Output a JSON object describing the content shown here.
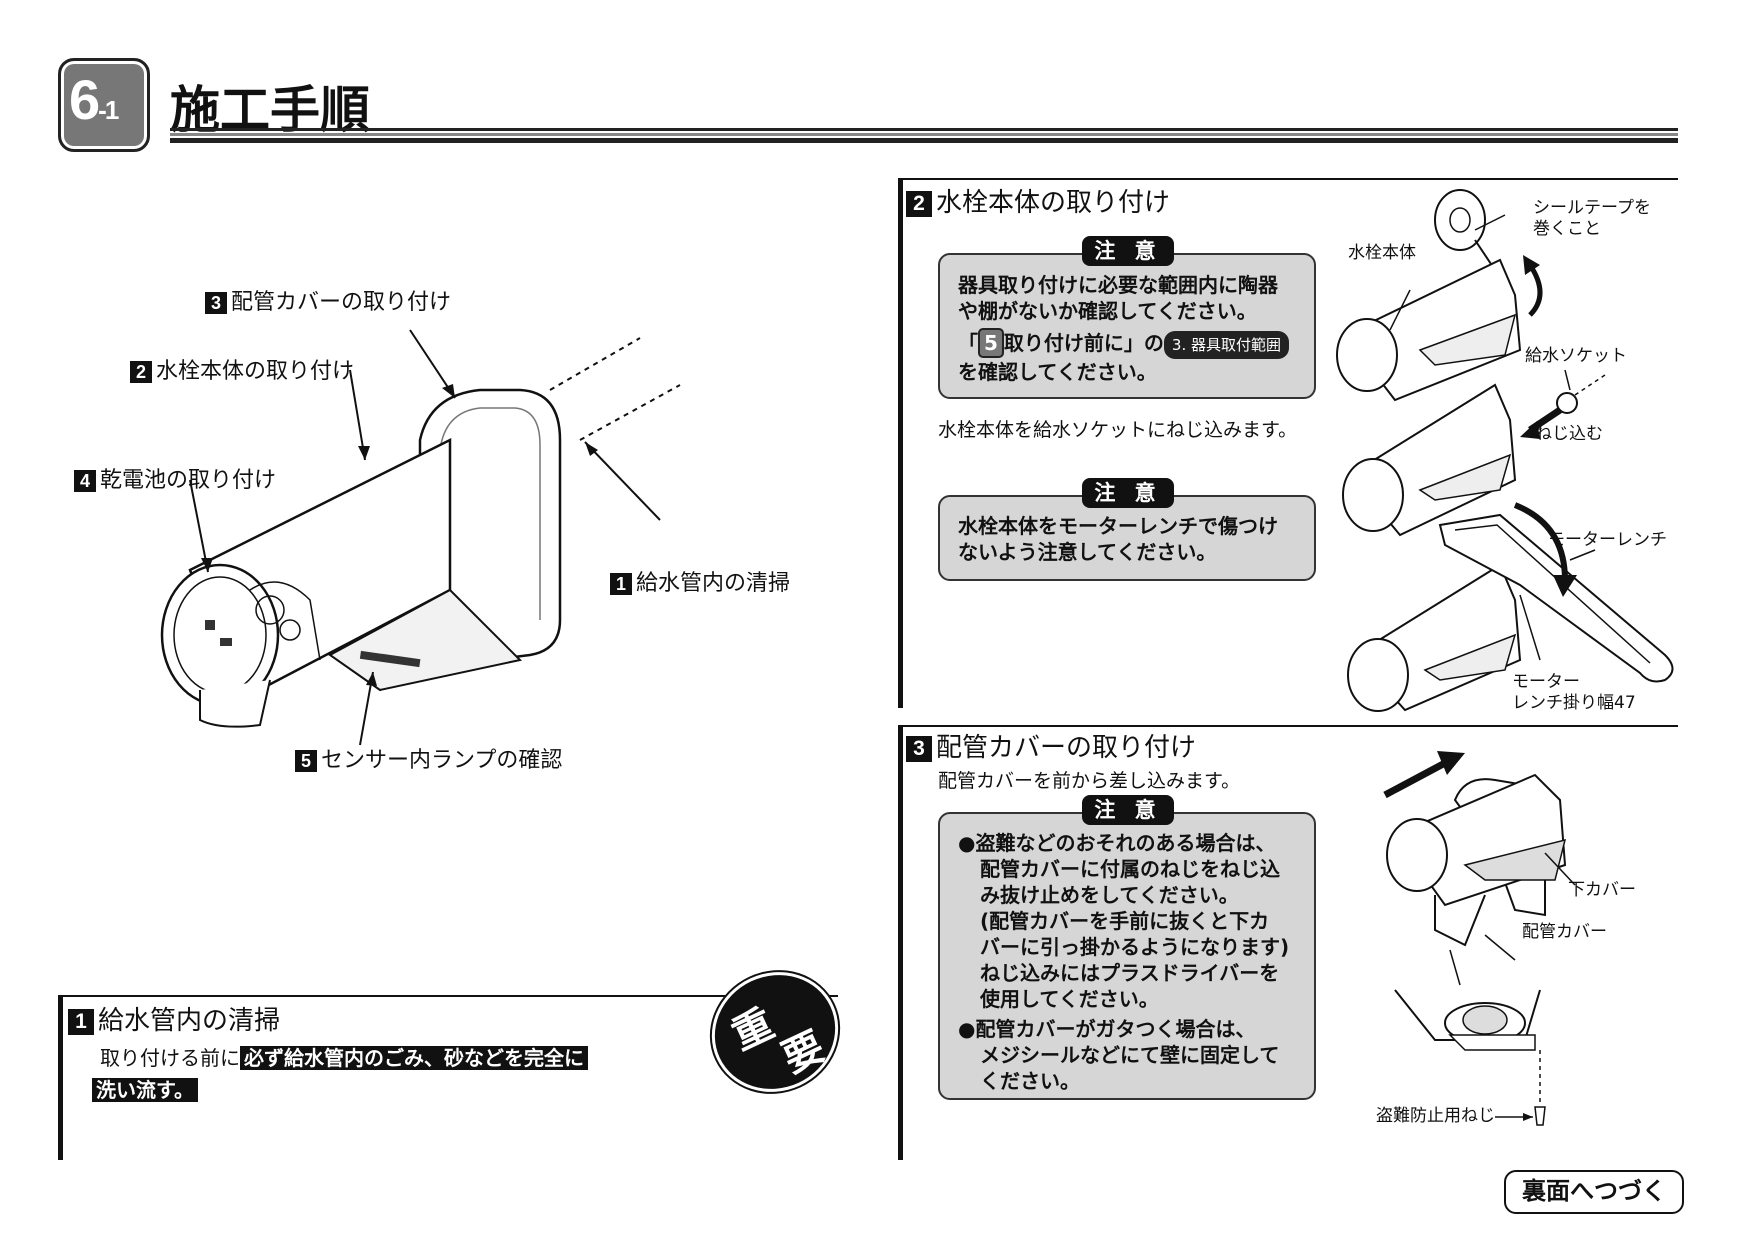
{
  "header": {
    "badge_main": "6",
    "badge_sub": "-1",
    "title": "施工手順"
  },
  "overview": {
    "labels": [
      {
        "num": "3",
        "text": "配管カバーの取り付け"
      },
      {
        "num": "2",
        "text": "水栓本体の取り付け"
      },
      {
        "num": "4",
        "text": "乾電池の取り付け"
      },
      {
        "num": "1",
        "text": "給水管内の清掃"
      },
      {
        "num": "5",
        "text": "センサー内ランプの確認"
      }
    ]
  },
  "step1": {
    "num": "1",
    "title": "給水管内の清掃",
    "lead": "取り付ける前に",
    "highlight1": "必ず給水管内のごみ、砂などを完全に",
    "highlight2": "洗い流す。",
    "important_1": "重",
    "important_2": "要"
  },
  "step2": {
    "num": "2",
    "title": "水栓本体の取り付け",
    "caution_tag": "注 意",
    "caution1_line1": "器具取り付けに必要な範囲内に陶器",
    "caution1_line2": "や棚がないか確認してください。",
    "caution1_ref_open": "「",
    "caution1_ref_num": "5",
    "caution1_ref_text": "取り付け前に」の",
    "caution1_ref_pill": "3. 器具取付範囲",
    "caution1_line4": "を確認してください。",
    "instruction": "水栓本体を給水ソケットにねじ込みます。",
    "caution2_line1": "水栓本体をモーターレンチで傷つけ",
    "caution2_line2": "ないよう注意してください。",
    "labels": {
      "seal_tape_1": "シールテープを",
      "seal_tape_2": "巻くこと",
      "body": "水栓本体",
      "socket": "給水ソケット",
      "screw_in": "ねじ込む",
      "wrench": "モーターレンチ",
      "wrench_width_1": "モーター",
      "wrench_width_2": "レンチ掛り幅47"
    }
  },
  "step3": {
    "num": "3",
    "title": "配管カバーの取り付け",
    "instruction": "配管カバーを前から差し込みます。",
    "caution_tag": "注 意",
    "bullet1": [
      "●盗難などのおそれのある場合は、",
      "配管カバーに付属のねじをねじ込",
      "み抜け止めをしてください。",
      "(配管カバーを手前に抜くと下カ",
      "バーに引っ掛かるようになります)",
      "ねじ込みにはプラスドライバーを",
      "使用してください。"
    ],
    "bullet2": [
      "●配管カバーがガタつく場合は、",
      "メジシールなどにて壁に固定して",
      "ください。"
    ],
    "labels": {
      "lower_cover": "下カバー",
      "pipe_cover": "配管カバー",
      "anti_theft_screw": "盗難防止用ねじ"
    }
  },
  "footer": {
    "next": "裏面へつづく"
  }
}
